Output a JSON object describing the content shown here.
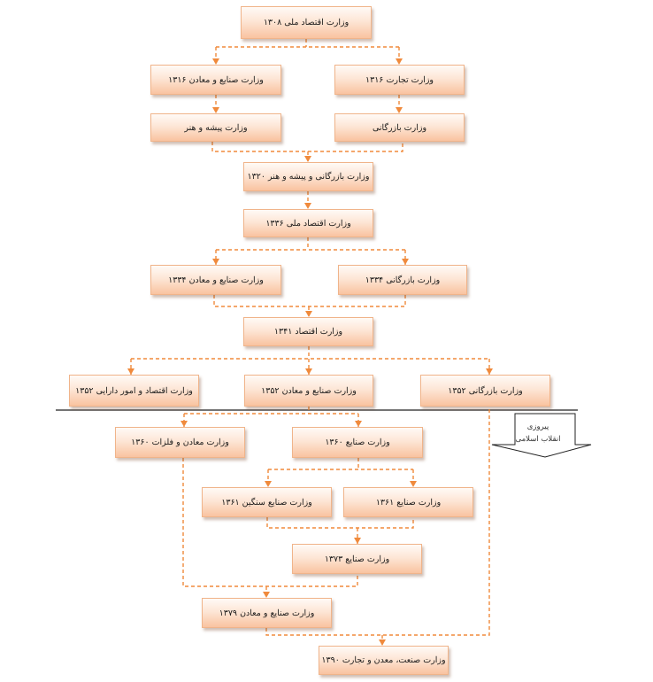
{
  "diagram": {
    "connector_color": "#f08a3c",
    "box_border_color": "#f0b48a",
    "nodes": [
      {
        "id": "b1",
        "label": "وزارت اقتصاد ملی ۱۳۰۸"
      },
      {
        "id": "b2",
        "label": "وزارت صنایع و معادن ۱۳۱۶"
      },
      {
        "id": "b3",
        "label": "وزارت تجارت ۱۳۱۶"
      },
      {
        "id": "b4",
        "label": "وزارت پیشه و هنر"
      },
      {
        "id": "b5",
        "label": "وزارت بازرگانی"
      },
      {
        "id": "b6",
        "label": "وزارت بازرگانی و پیشه و هنر ۱۳۲۰"
      },
      {
        "id": "b7",
        "label": "وزارت اقتصاد ملی ۱۳۳۶"
      },
      {
        "id": "b8",
        "label": "وزارت صنایع و معادن ۱۳۳۴"
      },
      {
        "id": "b9",
        "label": "وزارت بازرگانی ۱۳۳۴"
      },
      {
        "id": "b10",
        "label": "وزارت اقتصاد ۱۳۴۱"
      },
      {
        "id": "b11",
        "label": "وزارت اقتصاد و امور دارایی ۱۳۵۲"
      },
      {
        "id": "b12",
        "label": "وزارت صنایع و معادن ۱۳۵۲"
      },
      {
        "id": "b13",
        "label": "وزارت بازرگانی ۱۳۵۲"
      },
      {
        "id": "b14",
        "label": "وزارت معادن و فلزات ۱۳۶۰"
      },
      {
        "id": "b15",
        "label": "وزارت صنایع ۱۳۶۰"
      },
      {
        "id": "b16",
        "label": "وزارت صنایع سنگین ۱۳۶۱"
      },
      {
        "id": "b17",
        "label": "وزارت صنایع ۱۳۶۱"
      },
      {
        "id": "b18",
        "label": "وزارت صنایع ۱۳۷۳"
      },
      {
        "id": "b19",
        "label": "وزارت صنایع و معادن ۱۳۷۹"
      },
      {
        "id": "b20",
        "label": "وزارت صنعت، معدن و تجارت ۱۳۹۰"
      }
    ],
    "edges": [
      [
        "b1",
        "b2"
      ],
      [
        "b1",
        "b3"
      ],
      [
        "b2",
        "b4"
      ],
      [
        "b3",
        "b5"
      ],
      [
        "b4",
        "b6"
      ],
      [
        "b5",
        "b6"
      ],
      [
        "b6",
        "b7"
      ],
      [
        "b7",
        "b8"
      ],
      [
        "b7",
        "b9"
      ],
      [
        "b8",
        "b10"
      ],
      [
        "b9",
        "b10"
      ],
      [
        "b10",
        "b11"
      ],
      [
        "b10",
        "b12"
      ],
      [
        "b10",
        "b13"
      ],
      [
        "b12",
        "b14"
      ],
      [
        "b12",
        "b15"
      ],
      [
        "b15",
        "b16"
      ],
      [
        "b15",
        "b17"
      ],
      [
        "b16",
        "b18"
      ],
      [
        "b17",
        "b18"
      ],
      [
        "b14",
        "b19"
      ],
      [
        "b18",
        "b19"
      ],
      [
        "b19",
        "b20"
      ],
      [
        "b13",
        "b20"
      ]
    ],
    "banner": {
      "line1": "پیروزی",
      "line2": "انقلاب اسلامی"
    }
  }
}
